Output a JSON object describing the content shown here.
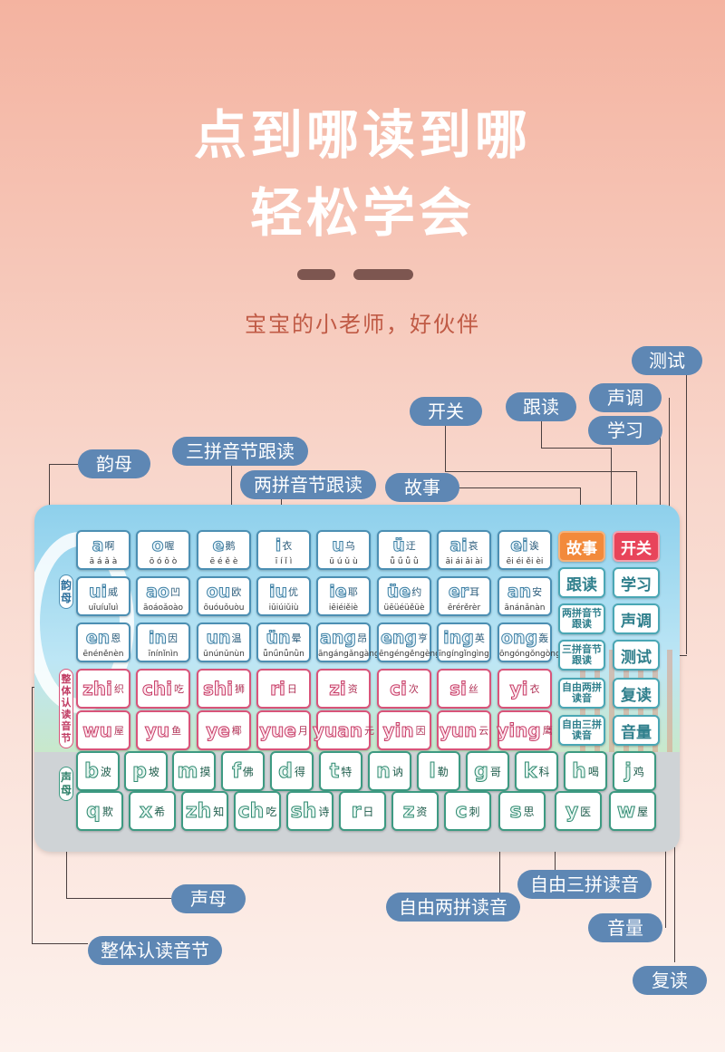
{
  "header": {
    "title_line1": "点到哪读到哪",
    "title_line2": "轻松学会",
    "subtitle": "宝宝的小老师，好伙伴"
  },
  "callouts": {
    "test": "测试",
    "switch": "开关",
    "follow": "跟读",
    "tone": "声调",
    "learn": "学习",
    "finals": "韵母",
    "three_spell": "三拼音节跟读",
    "two_spell": "两拼音节跟读",
    "story": "故事",
    "initials": "声母",
    "free_two": "自由两拼读音",
    "free_three": "自由三拼读音",
    "volume": "音量",
    "whole": "整体认读音节",
    "repeat": "复读"
  },
  "board": {
    "section_labels": {
      "finals": "韵母",
      "whole": "整体认读音节",
      "initials": "声母"
    },
    "finals_row1": [
      {
        "py": "a",
        "hz": "啊",
        "tones": "ā á ǎ à"
      },
      {
        "py": "o",
        "hz": "喔",
        "tones": "ō ó ǒ ò"
      },
      {
        "py": "e",
        "hz": "鹅",
        "tones": "ē é ě è"
      },
      {
        "py": "i",
        "hz": "衣",
        "tones": "ī í ǐ ì"
      },
      {
        "py": "u",
        "hz": "乌",
        "tones": "ū ú ǔ ù"
      },
      {
        "py": "ü",
        "hz": "迂",
        "tones": "ǖ ǘ ǚ ǜ"
      },
      {
        "py": "ai",
        "hz": "哀",
        "tones": "āi ái ǎi ài"
      },
      {
        "py": "ei",
        "hz": "诶",
        "tones": "ēi éi ěi èi"
      }
    ],
    "finals_row2": [
      {
        "py": "ui",
        "hz": "威",
        "tones": "uīuíuǐuì"
      },
      {
        "py": "ao",
        "hz": "凹",
        "tones": "āoáoǎoào"
      },
      {
        "py": "ou",
        "hz": "欧",
        "tones": "ōuóuǒuòu"
      },
      {
        "py": "iu",
        "hz": "优",
        "tones": "iūiúiǔiù"
      },
      {
        "py": "ie",
        "hz": "耶",
        "tones": "iēiéiěiè"
      },
      {
        "py": "üe",
        "hz": "约",
        "tones": "üēüéüěüè"
      },
      {
        "py": "er",
        "hz": "耳",
        "tones": "ērérěrèr"
      },
      {
        "py": "an",
        "hz": "安",
        "tones": "ānánǎnàn"
      }
    ],
    "finals_row3": [
      {
        "py": "en",
        "hz": "恩",
        "tones": "ēnéněnèn"
      },
      {
        "py": "in",
        "hz": "因",
        "tones": "īnínǐnìn"
      },
      {
        "py": "un",
        "hz": "温",
        "tones": "ūnúnǔnùn"
      },
      {
        "py": "ün",
        "hz": "晕",
        "tones": "ǖnǘnǚnǜn"
      },
      {
        "py": "ang",
        "hz": "昂",
        "tones": "āngángǎngàng"
      },
      {
        "py": "eng",
        "hz": "亨",
        "tones": "ēngéngěngèng"
      },
      {
        "py": "ing",
        "hz": "英",
        "tones": "īngíngǐngìng"
      },
      {
        "py": "ong",
        "hz": "轰",
        "tones": "ōngóngǒngòng"
      }
    ],
    "whole_row1": [
      {
        "py": "zhi",
        "hz": "织"
      },
      {
        "py": "chi",
        "hz": "吃"
      },
      {
        "py": "shi",
        "hz": "狮"
      },
      {
        "py": "ri",
        "hz": "日"
      },
      {
        "py": "zi",
        "hz": "资"
      },
      {
        "py": "ci",
        "hz": "次"
      },
      {
        "py": "si",
        "hz": "丝"
      },
      {
        "py": "yi",
        "hz": "衣"
      }
    ],
    "whole_row2": [
      {
        "py": "wu",
        "hz": "屋"
      },
      {
        "py": "yu",
        "hz": "鱼"
      },
      {
        "py": "ye",
        "hz": "椰"
      },
      {
        "py": "yue",
        "hz": "月"
      },
      {
        "py": "yuan",
        "hz": "元"
      },
      {
        "py": "yin",
        "hz": "因"
      },
      {
        "py": "yun",
        "hz": "云"
      },
      {
        "py": "ying",
        "hz": "鹰"
      }
    ],
    "initials_row1": [
      {
        "py": "b",
        "hz": "波"
      },
      {
        "py": "p",
        "hz": "坡"
      },
      {
        "py": "m",
        "hz": "摸"
      },
      {
        "py": "f",
        "hz": "佛"
      },
      {
        "py": "d",
        "hz": "得"
      },
      {
        "py": "t",
        "hz": "特"
      },
      {
        "py": "n",
        "hz": "讷"
      },
      {
        "py": "l",
        "hz": "勒"
      },
      {
        "py": "g",
        "hz": "哥"
      },
      {
        "py": "k",
        "hz": "科"
      },
      {
        "py": "h",
        "hz": "喝"
      },
      {
        "py": "j",
        "hz": "鸡"
      }
    ],
    "initials_row2": [
      {
        "py": "q",
        "hz": "欺"
      },
      {
        "py": "x",
        "hz": "希"
      },
      {
        "py": "zh",
        "hz": "知"
      },
      {
        "py": "ch",
        "hz": "吃"
      },
      {
        "py": "sh",
        "hz": "诗"
      },
      {
        "py": "r",
        "hz": "日"
      },
      {
        "py": "z",
        "hz": "资"
      },
      {
        "py": "c",
        "hz": "刺"
      },
      {
        "py": "s",
        "hz": "思"
      },
      {
        "py": "y",
        "hz": "医"
      },
      {
        "py": "w",
        "hz": "屋"
      }
    ],
    "function_buttons": {
      "story": "故事",
      "switch": "开关",
      "follow": "跟读",
      "learn": "学习",
      "two_spell_follow": "两拼音节跟读",
      "tone": "声调",
      "three_spell_follow": "三拼音节跟读",
      "test": "测试",
      "free_two": "自由两拼读音",
      "repeat": "复读",
      "free_three": "自由三拼读音",
      "volume": "音量"
    }
  },
  "colors": {
    "finals": "#4c8fb3",
    "whole": "#d9547a",
    "initials": "#3d9a82",
    "callout": "#5e87b4",
    "story_button": "#f28a3b",
    "switch_button": "#e8445a"
  }
}
